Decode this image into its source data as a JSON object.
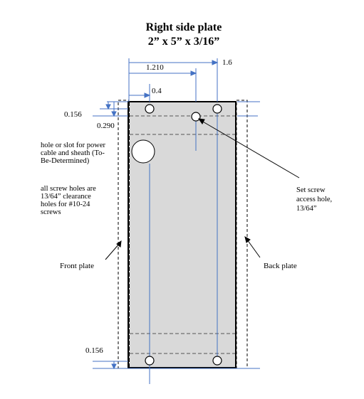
{
  "title": {
    "line1": "Right side plate",
    "line2": "2” x 5” x 3/16”"
  },
  "dimensions": {
    "d_1_6": "1.6",
    "d_1_210": "1.210",
    "d_0_4": "0.4",
    "d_0_156_top": "0.156",
    "d_0_290": "0.290",
    "d_0_156_bottom": "0.156"
  },
  "notes": {
    "power_hole": [
      "hole or slot for power",
      "cable and sheath (To-",
      "Be-Determined)"
    ],
    "screw_holes": [
      "all screw holes are",
      "13/64” clearance",
      "holes for #10-24",
      "screws"
    ],
    "set_screw": [
      "Set screw",
      "access hole,",
      "13/64”"
    ]
  },
  "labels": {
    "front_plate": "Front plate",
    "back_plate": "Back plate"
  },
  "colors": {
    "plate_fill": "#d9d9d9",
    "dimension_line": "#4472c4",
    "outline": "#000000"
  }
}
